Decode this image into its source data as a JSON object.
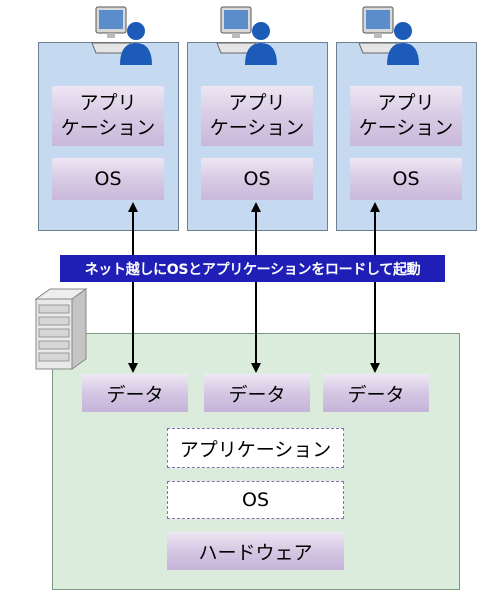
{
  "clients": [
    {
      "app_label": "アプリ\nケーション",
      "os_label": "OS"
    },
    {
      "app_label": "アプリ\nケーション",
      "os_label": "OS"
    },
    {
      "app_label": "アプリ\nケーション",
      "os_label": "OS"
    }
  ],
  "banner_text": "ネット越しにOSとアプリケーションをロードして起動",
  "server": {
    "data_labels": [
      "データ",
      "データ",
      "データ"
    ],
    "app_label": "アプリケーション",
    "os_label": "OS",
    "hardware_label": "ハードウェア"
  },
  "icons": {
    "client_icon": "pc-user-icon",
    "server_icon": "server-rack-icon"
  },
  "colors": {
    "client_panel": "#c5daf0",
    "server_panel": "#dcecdc",
    "banner": "#1f1fb8",
    "layer_box": "#d5c7e3"
  }
}
